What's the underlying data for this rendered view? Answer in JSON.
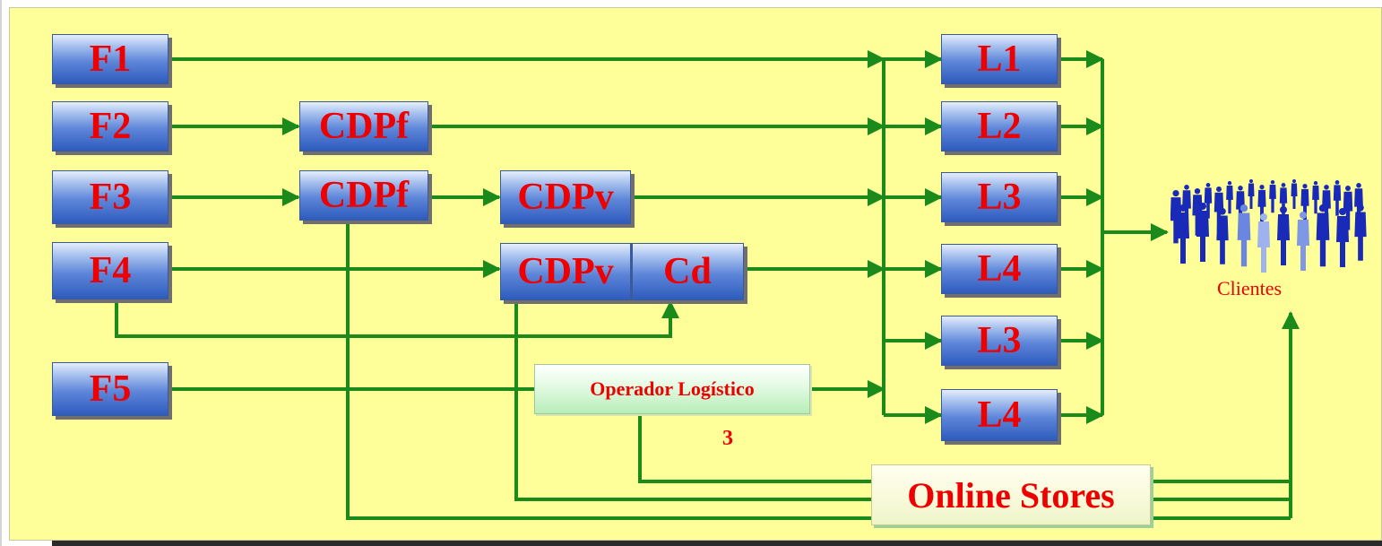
{
  "diagram": {
    "suppliers": [
      "F1",
      "F2",
      "F3",
      "F4",
      "F5"
    ],
    "cdp_fixed": [
      "CDPf",
      "CDPf"
    ],
    "cdp_variable": [
      "CDPv",
      "CDPv"
    ],
    "cd_label": "Cd",
    "operator": {
      "label": "Operador Logístico",
      "footnote": "3"
    },
    "stores": [
      "L1",
      "L2",
      "L3",
      "L4",
      "L3",
      "L4"
    ],
    "online_stores": "Online Stores",
    "clients": {
      "label": "Clientes",
      "icon": "crowd-people-icon"
    },
    "colors": {
      "background": "#ffff99",
      "arrow": "#1a8a1a",
      "label": "#ee0000",
      "node_blue": "#2e5bbd",
      "people": "#1a2ab8"
    }
  }
}
